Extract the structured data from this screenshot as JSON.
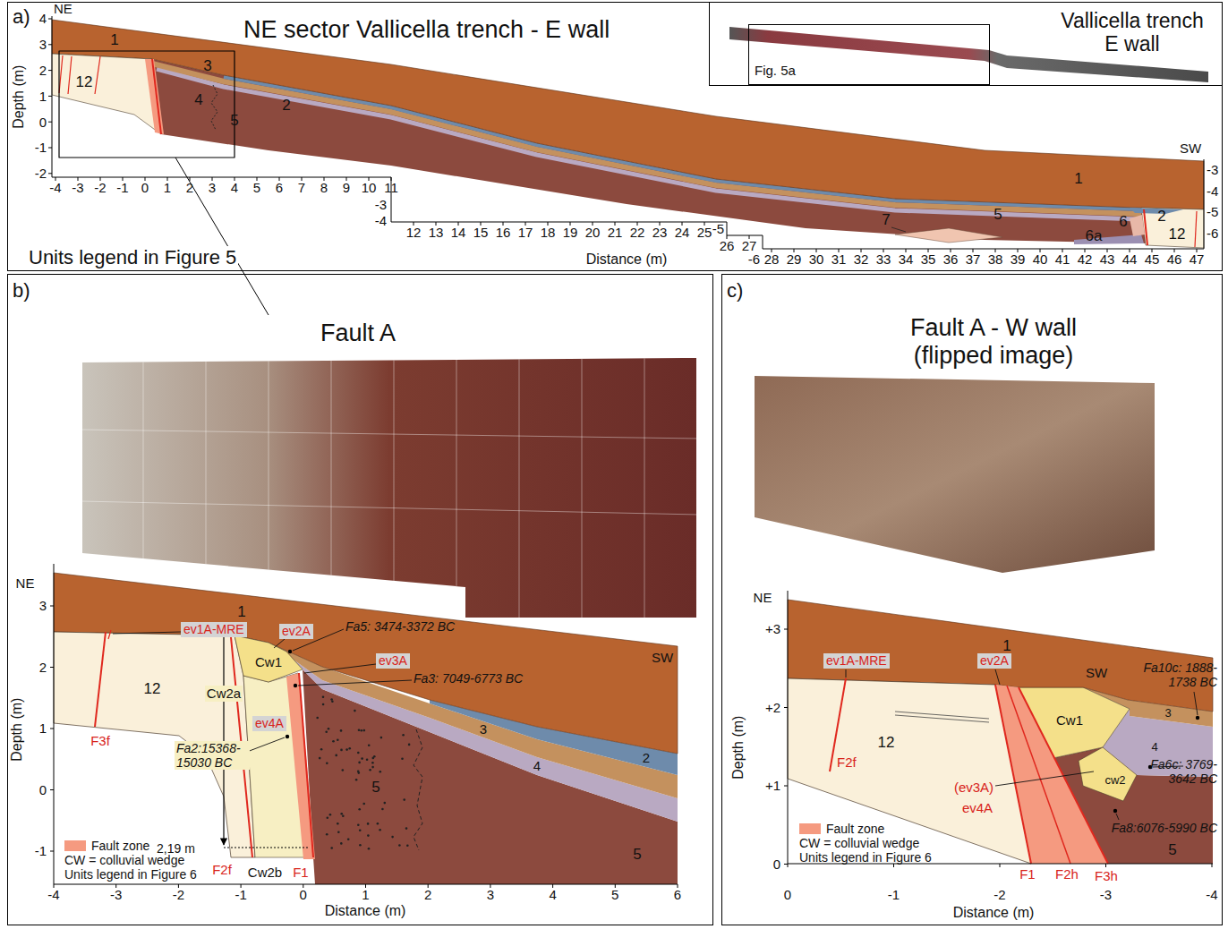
{
  "diagram": {
    "nodes": [
      {
        "text": [
          "a)",
          "NE sector Vallicella trench - E wall"
        ]
      },
      {
        "text": [
          "Vallicella trench E wall"
        ],
        "in": 0
      },
      {
        "text": [
          "Fig. 5a"
        ],
        "in": 1
      },
      {
        "text": [
          "b)",
          "Fault A"
        ]
      },
      {
        "text": [
          "ev1A-MRE"
        ],
        "in": 3
      },
      {
        "text": [
          "ev2A"
        ],
        "in": 3
      },
      {
        "text": [
          "ev3A"
        ],
        "in": 3
      },
      {
        "text": [
          "ev4A"
        ],
        "in": 3
      },
      {
        "text": [
          "c)",
          "Fault A - W wall (flipped image)"
        ]
      },
      {
        "text": [
          "ev1A-MRE"
        ],
        "in": 8
      },
      {
        "text": [
          "ev2A"
        ],
        "in": 8
      }
    ],
    "labels": [
      "NE",
      "4",
      "3",
      "2",
      "1",
      "0",
      "-1",
      "-2",
      "Depth (m)",
      "-4",
      "-3",
      "-2",
      "-1",
      "0",
      "1",
      "2",
      "3",
      "4",
      "5",
      "6",
      "7",
      "8",
      "9",
      "10",
      "11",
      "-3",
      "-4",
      "12",
      "13",
      "14",
      "15",
      "16",
      "17",
      "18",
      "19",
      "20",
      "21",
      "22",
      "23",
      "24",
      "25",
      "-5",
      "26",
      "27",
      "-6",
      "28",
      "29",
      "30",
      "31",
      "32",
      "33",
      "34",
      "35",
      "36",
      "37",
      "38",
      "39",
      "40",
      "41",
      "42",
      "43",
      "44",
      "45",
      "46",
      "47",
      "Distance (m)",
      "SW",
      "-3",
      "-4",
      "-5",
      "-6",
      "1",
      "12",
      "3",
      "4",
      "5",
      "2",
      "1",
      "2",
      "5",
      "12",
      "7",
      "6a",
      "6",
      "Units legend in Figure 5",
      "NE",
      "3",
      "2",
      "1",
      "0",
      "-1",
      "Depth (m)",
      "-4",
      "-3",
      "-2",
      "-1",
      "0",
      "1",
      "2",
      "3",
      "4",
      "5",
      "6",
      "Distance (m)",
      "SW",
      "1",
      "12",
      "Cw1",
      "Cw2a",
      "Cw2b",
      "3",
      "4",
      "2",
      "5",
      "5",
      "F3f",
      "F2f",
      "F1",
      "Fa5: 3474-3372 BC",
      "Fa3: 7049-6773 BC",
      "Fa2:15368- 15030 BC",
      "2,19 m",
      "CW = colluvial wedge",
      "Units legend in Figure 6",
      "NE",
      "+3",
      "+2",
      "+1",
      "0",
      "Depth (m)",
      "0",
      "-1",
      "-2",
      "-3",
      "-4",
      "Distance (m)",
      "SW",
      "1",
      "12",
      "Cw1",
      "3",
      "4",
      "5",
      "cw2",
      "F2f",
      "F1",
      "F2h",
      "F3h",
      "(ev3A)",
      "ev4A",
      "Fa10c: 1888-1738 BC",
      "Fa6c: 3769-3642 BC",
      "Fa8:6076-5990 BC",
      "CW = colluvial wedge",
      "Units legend in Figure 6"
    ],
    "legend": [
      {
        "text": "Fault zone",
        "color": "#f59a80"
      },
      {
        "text": "Fault zone",
        "color": "#f59a80"
      }
    ]
  }
}
